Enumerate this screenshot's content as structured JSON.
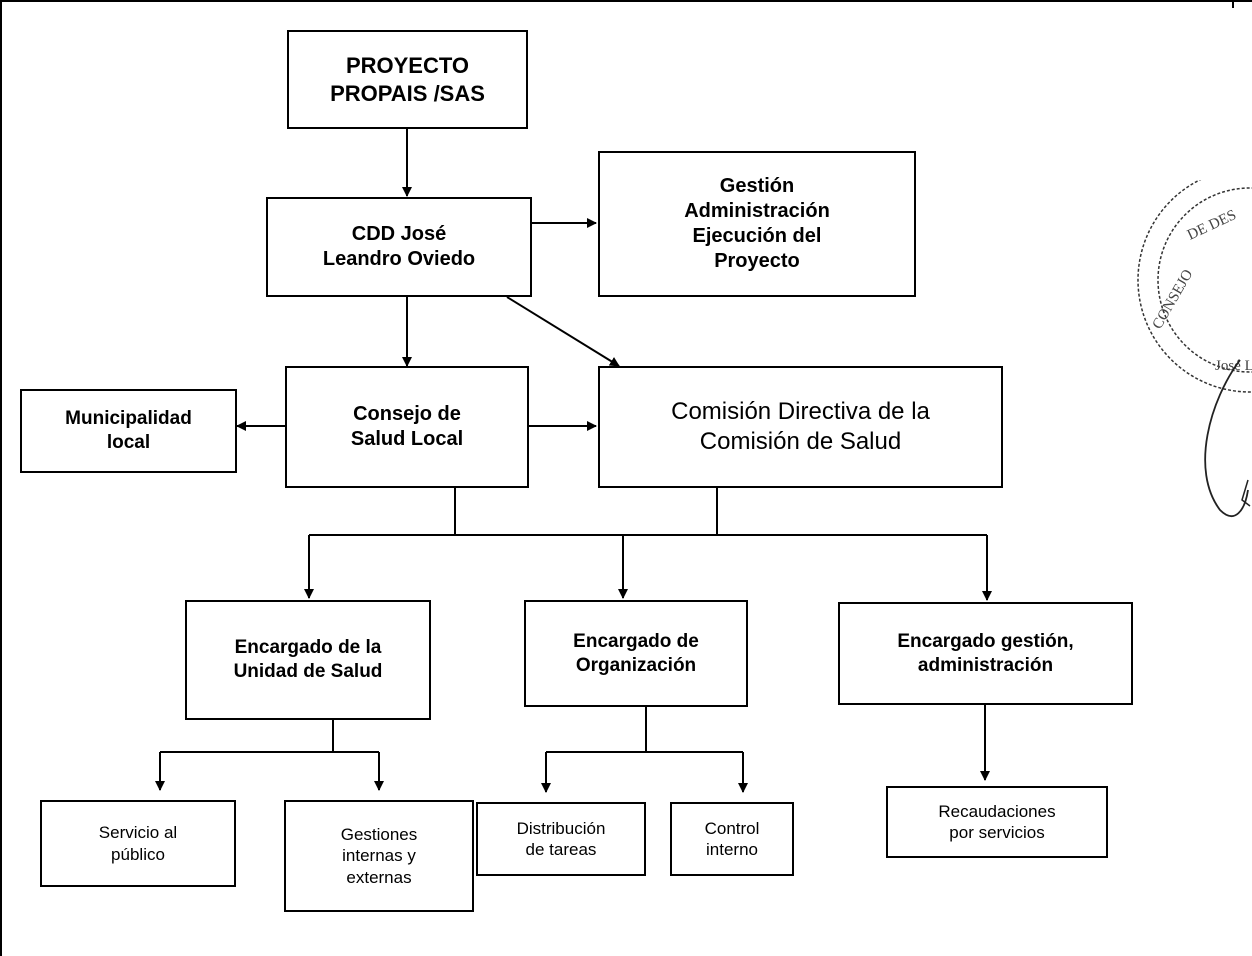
{
  "nodes": {
    "proyecto": "PROYECTO\nPROPAIS /SAS",
    "cdd": "CDD José\nLeandro Oviedo",
    "gestion": "Gestión\nAdministración\nEjecución del\nProyecto",
    "consejo": "Consejo de\nSalud Local",
    "comision": "Comisión Directiva de la\nComisión de Salud",
    "municipalidad": "Municipalidad\nlocal",
    "unidad_salud": "Encargado de la\nUnidad de Salud",
    "organizacion": "Encargado de\nOrganización",
    "gestion_admin": "Encargado gestión,\nadministración",
    "servicio": "Servicio al\npúblico",
    "gestiones": "Gestiones\ninternas y\nexternas",
    "distribucion": "Distribución\nde tareas",
    "control": "Control\ninterno",
    "recaudaciones": "Recaudaciones\npor servicios"
  },
  "stamp": {
    "kind": "official-seal-with-signature",
    "text": "CONSEJO DE DESARROLLO"
  }
}
